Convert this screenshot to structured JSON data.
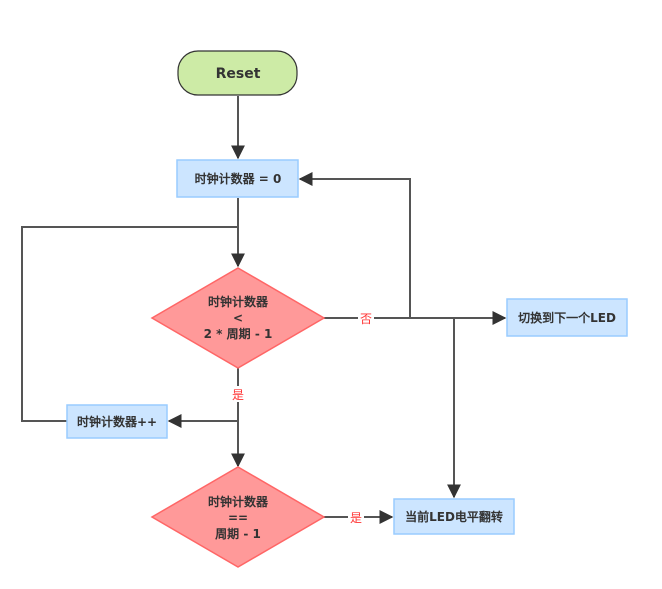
{
  "diagram": {
    "type": "flowchart",
    "colors": {
      "start_fill": "#cdeba6",
      "start_stroke": "#333333",
      "process_fill": "#cce5ff",
      "process_stroke": "#99ccff",
      "decision_fill": "#ff9999",
      "decision_stroke": "#ff6666",
      "edge": "#555555",
      "edge_label": "#ff3333"
    },
    "nodes": {
      "reset": {
        "label": "Reset",
        "shape": "rounded-rect"
      },
      "counter_zero": {
        "label": "时钟计数器 = 0",
        "shape": "rect"
      },
      "decision_less": {
        "lines": [
          "时钟计数器",
          "<",
          "2 * 周期 - 1"
        ],
        "shape": "diamond"
      },
      "next_led": {
        "label": "切换到下一个LED",
        "shape": "rect"
      },
      "counter_inc": {
        "label": "时钟计数器++",
        "shape": "rect"
      },
      "decision_equal": {
        "lines": [
          "时钟计数器",
          "==",
          "周期 - 1"
        ],
        "shape": "diamond"
      },
      "toggle_led": {
        "label": "当前LED电平翻转",
        "shape": "rect"
      }
    },
    "edges": [
      {
        "from": "reset",
        "to": "counter_zero",
        "label": ""
      },
      {
        "from": "counter_zero",
        "to": "decision_less",
        "label": ""
      },
      {
        "from": "decision_less",
        "to": "next_led",
        "label": "否"
      },
      {
        "from": "decision_less",
        "to": "counter_zero",
        "label": "否"
      },
      {
        "from": "decision_less",
        "to": "toggle_led",
        "label": "否"
      },
      {
        "from": "decision_less",
        "to": "counter_inc",
        "label": "是"
      },
      {
        "from": "counter_inc",
        "to": "decision_less",
        "label": ""
      },
      {
        "from": "decision_less",
        "to": "decision_equal",
        "label": "是"
      },
      {
        "from": "decision_equal",
        "to": "toggle_led",
        "label": "是"
      }
    ],
    "edge_labels": {
      "no": "否",
      "yes_down": "是",
      "yes_right": "是"
    }
  }
}
